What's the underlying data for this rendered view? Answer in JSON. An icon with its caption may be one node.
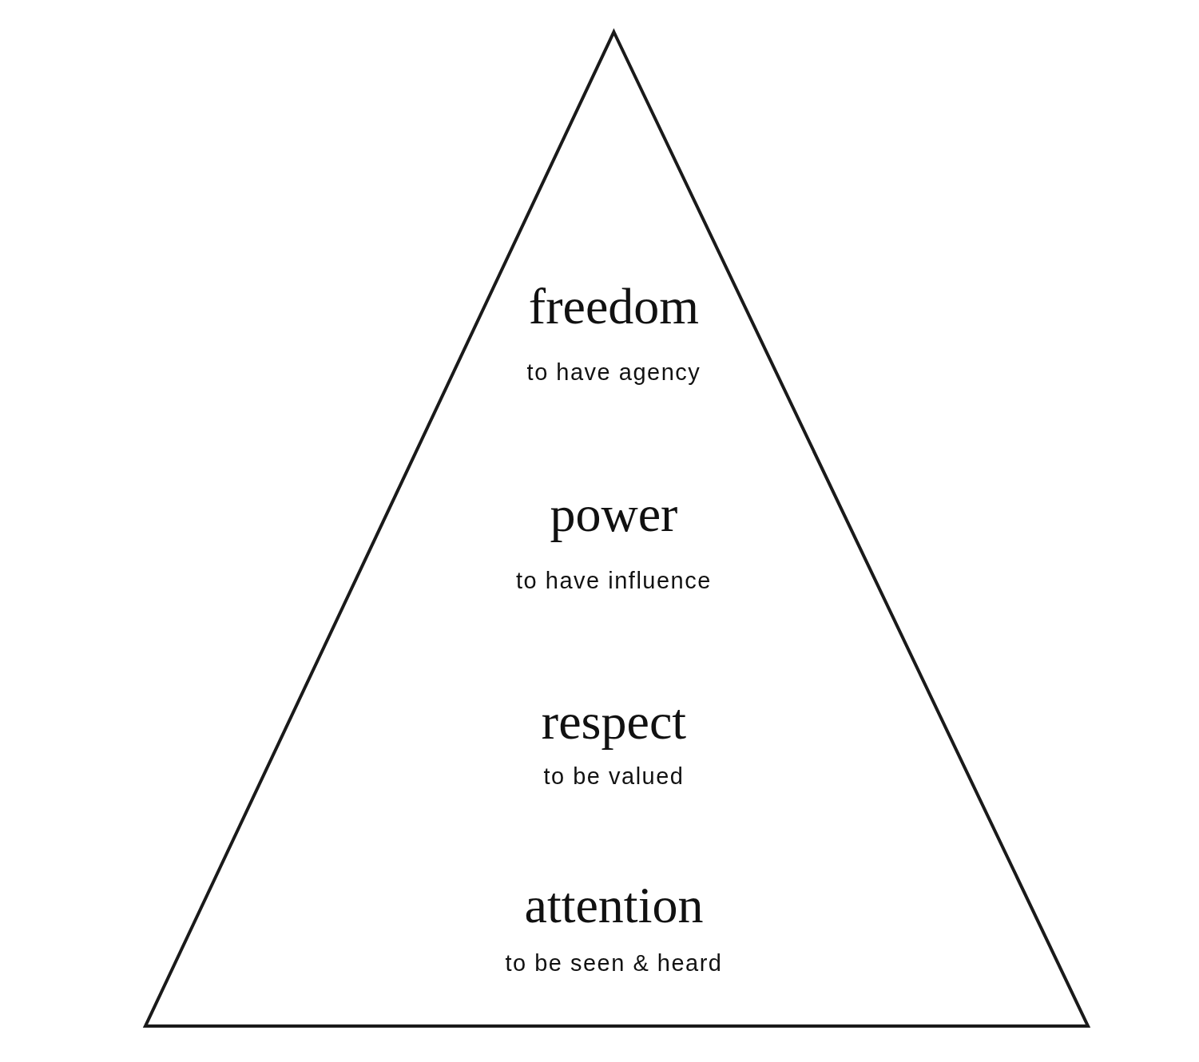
{
  "diagram": {
    "nodes": [
      {
        "text": [
          "freedom",
          "to have agency",
          "power",
          "to have influence",
          "respect",
          "to be valued",
          "attention",
          "to be seen & heard"
        ]
      }
    ]
  }
}
